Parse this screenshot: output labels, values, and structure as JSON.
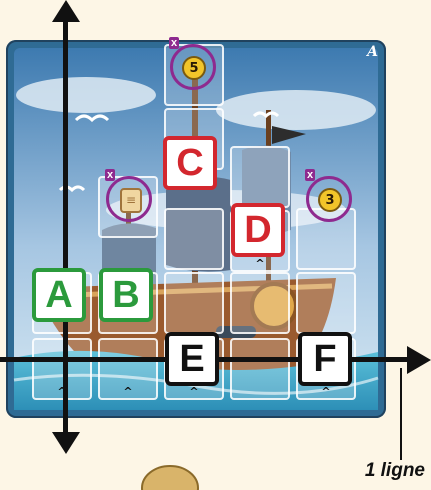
{
  "card": {
    "letter": "A"
  },
  "labels": {
    "A": "A",
    "B": "B",
    "C": "C",
    "D": "D",
    "E": "E",
    "F": "F"
  },
  "tokens": [
    {
      "kind": "coin",
      "value": "5",
      "mark": "x"
    },
    {
      "kind": "scroll",
      "value": "",
      "mark": "x"
    },
    {
      "kind": "coin",
      "value": "3",
      "mark": "x"
    }
  ],
  "caption": "1 ligne",
  "colors": {
    "red": "#d3272e",
    "green": "#2b9a3c",
    "purple": "#8e2a8f",
    "sea": "#2f6b94",
    "coin": "#f2c52a"
  },
  "icons": {
    "arrow": "arrow-icon",
    "caret": "caret-up-icon",
    "scroll": "scroll-icon",
    "coin": "coin-icon"
  }
}
